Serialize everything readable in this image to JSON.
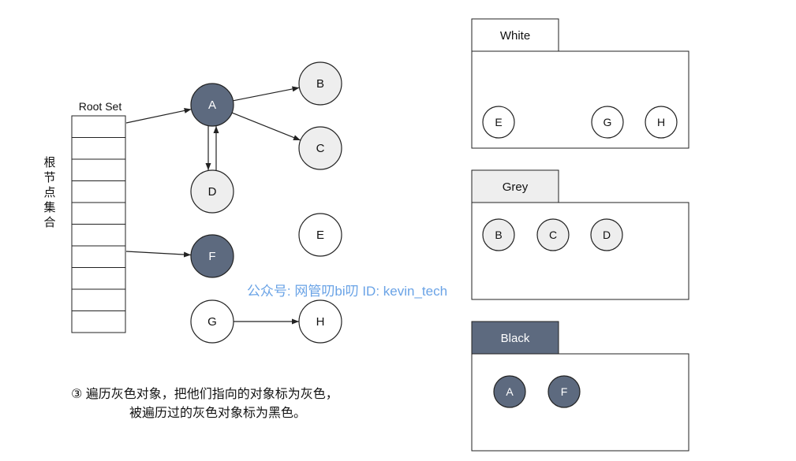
{
  "root_set": {
    "title": "Root Set",
    "side_label_chars": [
      "根",
      "节",
      "点",
      "集",
      "合"
    ],
    "slot_count": 10
  },
  "graph": {
    "nodes": [
      {
        "id": "A",
        "label": "A",
        "color": "black"
      },
      {
        "id": "B",
        "label": "B",
        "color": "grey"
      },
      {
        "id": "C",
        "label": "C",
        "color": "grey"
      },
      {
        "id": "D",
        "label": "D",
        "color": "grey"
      },
      {
        "id": "E",
        "label": "E",
        "color": "white"
      },
      {
        "id": "F",
        "label": "F",
        "color": "black"
      },
      {
        "id": "G",
        "label": "G",
        "color": "white"
      },
      {
        "id": "H",
        "label": "H",
        "color": "white"
      }
    ],
    "edges": [
      {
        "from": "root",
        "to": "A"
      },
      {
        "from": "root",
        "to": "F"
      },
      {
        "from": "A",
        "to": "B"
      },
      {
        "from": "A",
        "to": "C"
      },
      {
        "from": "A",
        "to": "D"
      },
      {
        "from": "D",
        "to": "A"
      },
      {
        "from": "G",
        "to": "H"
      }
    ]
  },
  "watermark": "公众号: 网管叨bi叨  ID: kevin_tech",
  "caption": {
    "line1": "③  遍历灰色对象，把他们指向的对象标为灰色，",
    "line2": "被遍历过的灰色对象标为黑色。"
  },
  "sets": [
    {
      "name": "White",
      "nodes": [
        "E",
        "G",
        "H"
      ]
    },
    {
      "name": "Grey",
      "nodes": [
        "B",
        "C",
        "D"
      ]
    },
    {
      "name": "Black",
      "nodes": [
        "A",
        "F"
      ]
    }
  ],
  "colors": {
    "black_fill": "#5d6a7f",
    "grey_fill": "#eeeeee",
    "white_fill": "#ffffff",
    "stroke": "#222222",
    "watermark": "#6aa3e6"
  }
}
